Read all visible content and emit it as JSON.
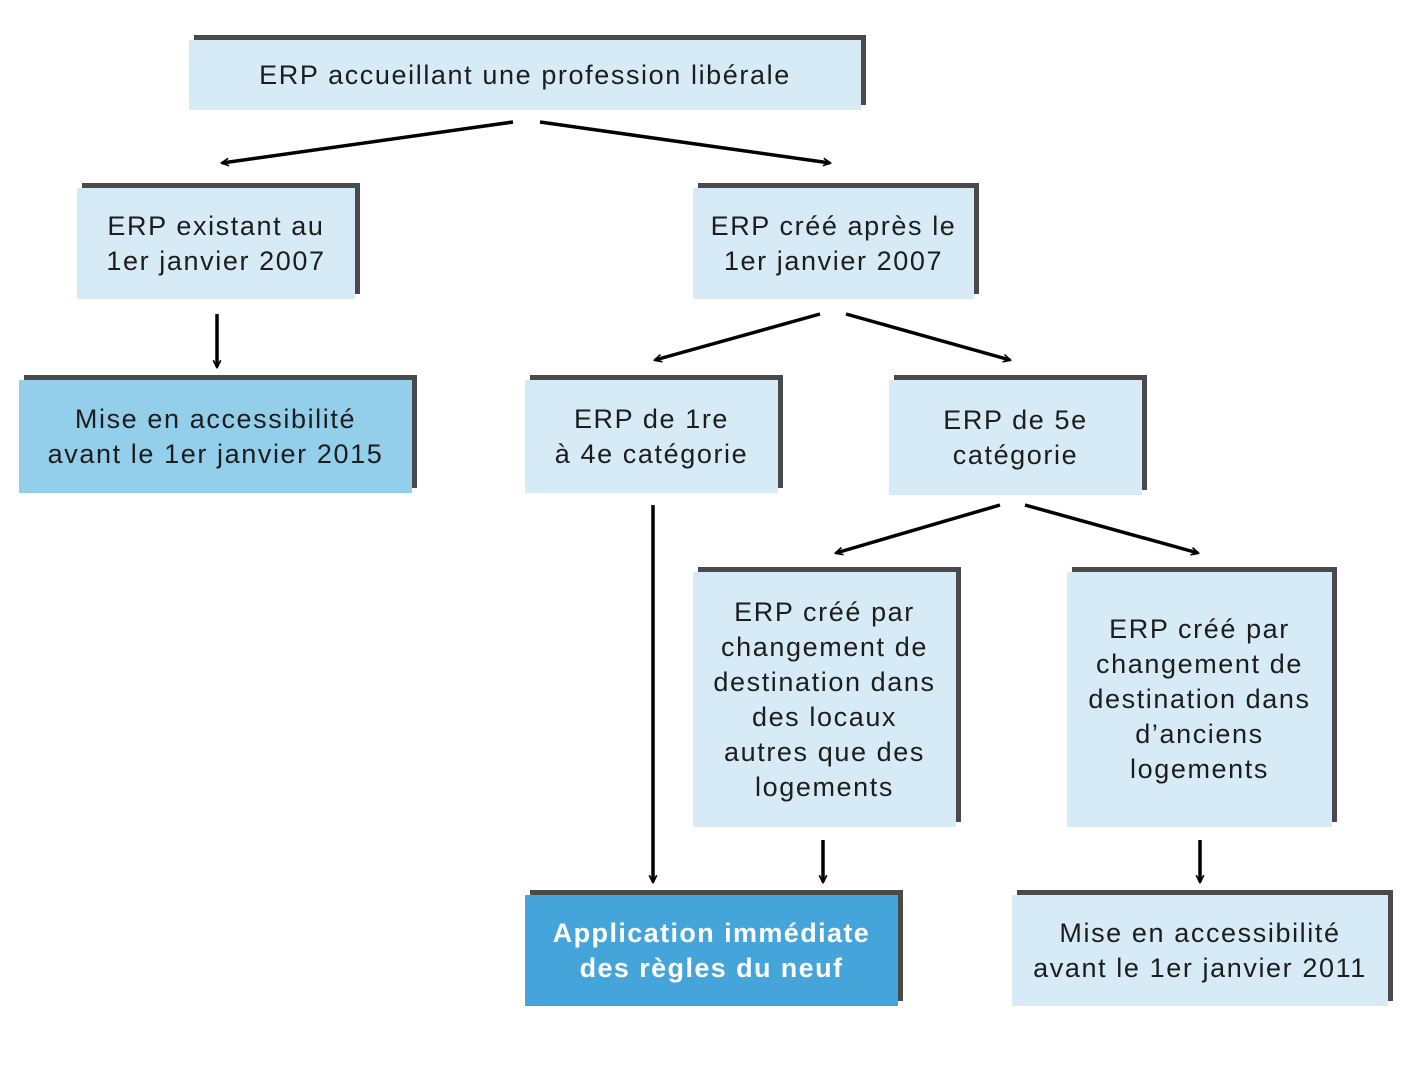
{
  "diagram": {
    "root": "ERP accueillant une profession libérale",
    "existing": "ERP existant au\n1er janvier 2007",
    "created": "ERP créé après le\n1er janvier 2007",
    "deadline_2015": "Mise en accessibilité\navant le 1er janvier 2015",
    "cat_1_4": "ERP de 1re\nà 4e catégorie",
    "cat_5": "ERP de 5e\ncatégorie",
    "change_other": "ERP créé par\nchangement de\ndestination dans\ndes locaux\nautres que des\nlogements",
    "change_housing": "ERP créé par\nchangement de\ndestination dans\nd’anciens\nlogements",
    "immediate": "Application immédiate\ndes règles du neuf",
    "deadline_2011": "Mise en accessibilité\navant le 1er janvier 2011"
  },
  "colors": {
    "light_box": "#d6ebf6",
    "medium_box": "#93cfea",
    "strong_box": "#45a4da",
    "shadow": "#4a4a4a",
    "arrow": "#000000"
  }
}
